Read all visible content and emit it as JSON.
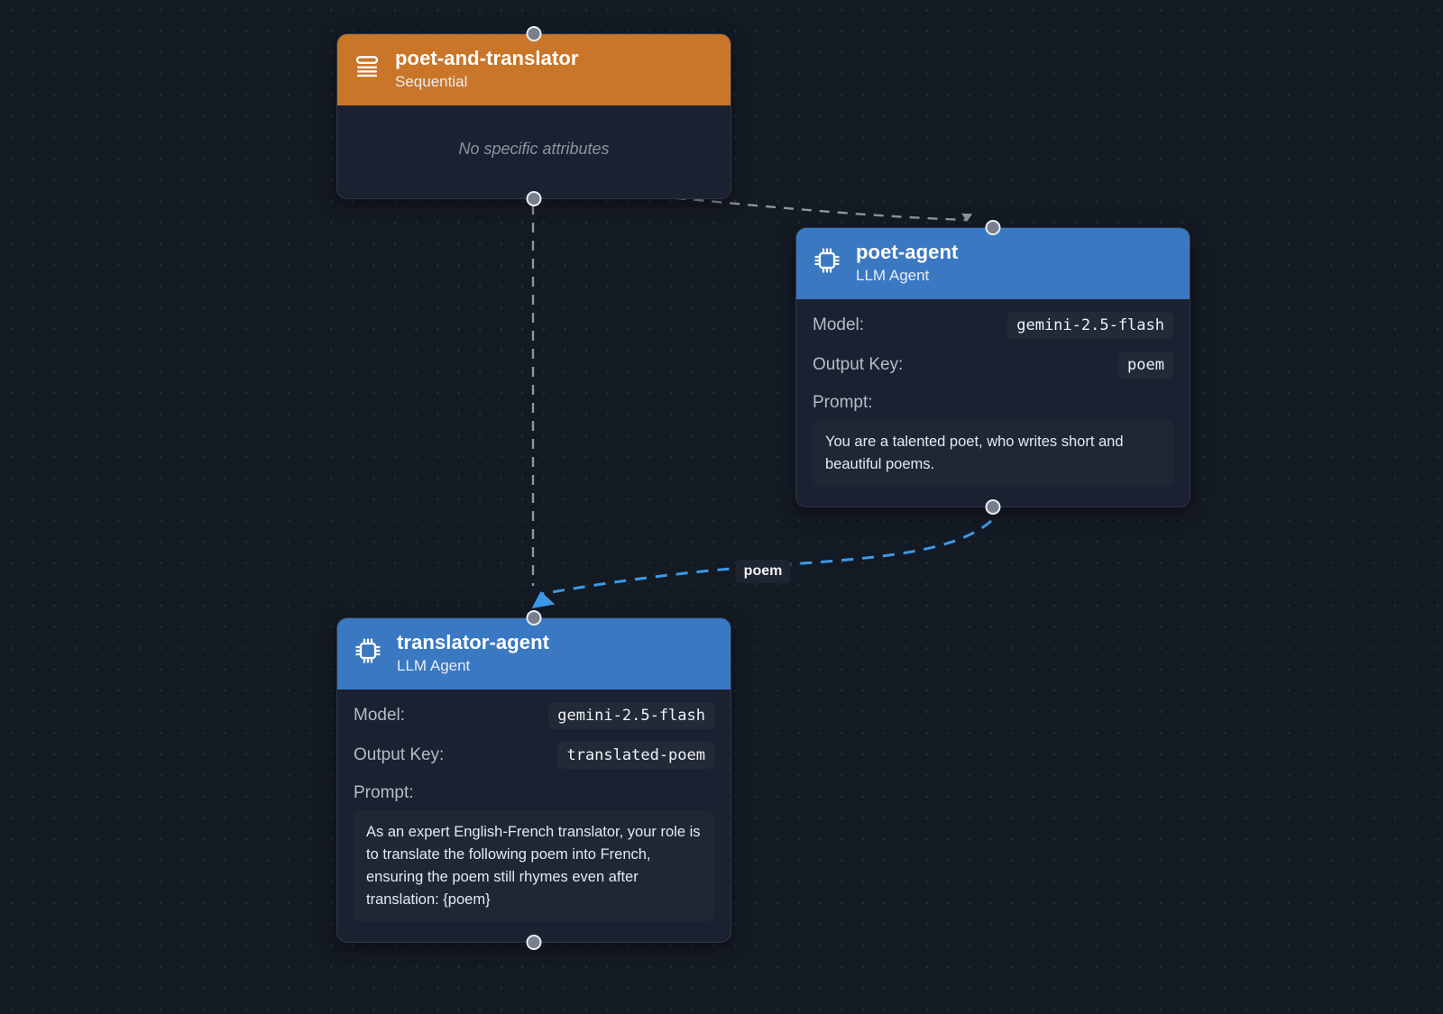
{
  "canvas": {
    "background_color": "#141a24",
    "dot_color": "#242b38"
  },
  "nodes": [
    {
      "id": "poet-and-translator",
      "title": "poet-and-translator",
      "subtitle": "Sequential",
      "icon": "sequential-list-icon",
      "header_color": "#c9762a",
      "empty_text": "No specific attributes"
    },
    {
      "id": "poet-agent",
      "title": "poet-agent",
      "subtitle": "LLM Agent",
      "icon": "cpu-chip-icon",
      "header_color": "#3a78c2",
      "model_label": "Model:",
      "model_value": "gemini-2.5-flash",
      "output_key_label": "Output Key:",
      "output_key_value": "poem",
      "prompt_label": "Prompt:",
      "prompt_value": "You are a talented poet, who writes short and beautiful poems."
    },
    {
      "id": "translator-agent",
      "title": "translator-agent",
      "subtitle": "LLM Agent",
      "icon": "cpu-chip-icon",
      "header_color": "#3a78c2",
      "model_label": "Model:",
      "model_value": "gemini-2.5-flash",
      "output_key_label": "Output Key:",
      "output_key_value": "translated-poem",
      "prompt_label": "Prompt:",
      "prompt_value": "As an expert English-French translator, your role is to translate the following poem into French, ensuring the poem still rhymes even after translation: {poem}"
    }
  ],
  "edges": [
    {
      "id": "parent-to-poet",
      "from": "poet-and-translator",
      "to": "poet-agent",
      "style": "dashed",
      "color": "#8d949f",
      "label": ""
    },
    {
      "id": "parent-to-translator",
      "from": "poet-and-translator",
      "to": "translator-agent",
      "style": "dashed",
      "color": "#8d949f",
      "label": ""
    },
    {
      "id": "poem-flow",
      "from": "poet-agent",
      "to": "translator-agent",
      "style": "dashed",
      "color": "#3b9ae8",
      "label": "poem"
    }
  ]
}
